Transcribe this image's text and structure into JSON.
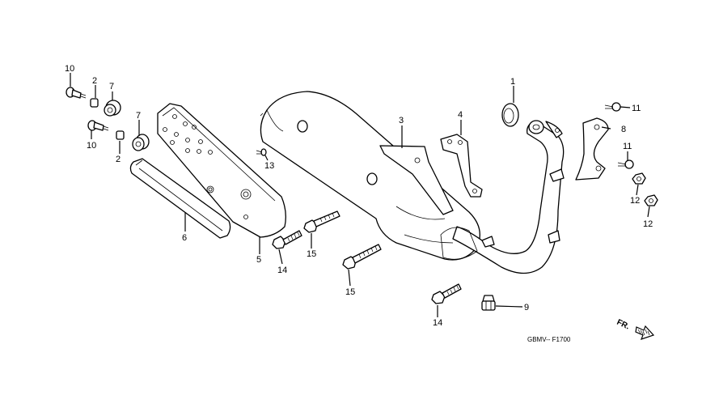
{
  "callouts": {
    "c1": "1",
    "c2a": "2",
    "c2b": "2",
    "c3": "3",
    "c4": "4",
    "c5": "5",
    "c6": "6",
    "c7a": "7",
    "c7b": "7",
    "c8": "8",
    "c9": "9",
    "c10a": "10",
    "c10b": "10",
    "c11a": "11",
    "c11b": "11",
    "c12a": "12",
    "c12b": "12",
    "c13": "13",
    "c14a": "14",
    "c14b": "14",
    "c15a": "15",
    "c15b": "15"
  },
  "diagram_code": "GBMV-- F1700",
  "front_marker": "FR."
}
